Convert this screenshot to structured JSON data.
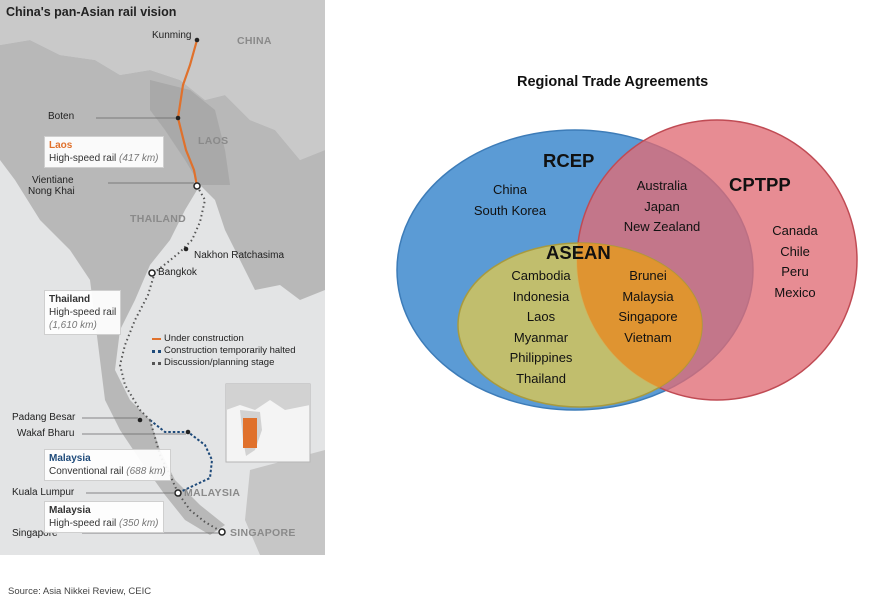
{
  "map": {
    "title": "China's pan-Asian rail vision",
    "places": {
      "kunming": "Kunming",
      "boten": "Boten",
      "vientiane": "Vientiane",
      "nong_khai": "Nong Khai",
      "nakhon": "Nakhon Ratchasima",
      "bangkok": "Bangkok",
      "padang": "Padang Besar",
      "wakaf": "Wakaf Bharu",
      "kuala": "Kuala Lumpur",
      "singapore": "Singapore"
    },
    "countries": {
      "china": "CHINA",
      "laos": "LAOS",
      "thailand": "THAILAND",
      "malaysia": "MALAYSIA",
      "singapore": "SINGAPORE"
    },
    "boxes": {
      "laos": {
        "name": "Laos",
        "desc": "High-speed rail",
        "km": "(417 km)"
      },
      "thailand": {
        "name": "Thailand",
        "desc": "High-speed rail",
        "km": "(1,610 km)"
      },
      "malaysia_conv": {
        "name": "Malaysia",
        "desc": "Conventional rail",
        "km": "(688 km)"
      },
      "malaysia_hs": {
        "name": "Malaysia",
        "desc": "High-speed rail",
        "km": "(350 km)"
      }
    },
    "legend": {
      "under_construction": "Under construction",
      "halted": "Construction temporarily halted",
      "planning": "Discussion/planning stage"
    },
    "colors": {
      "under_construction": "#e0712c",
      "halted": "#1e4a7a",
      "planning": "#555555",
      "laos_label": "#e0712c",
      "malaysia_label": "#1e4a7a"
    }
  },
  "source": "Source: Asia Nikkei Review, CEIC",
  "venn": {
    "title": "Regional Trade Agreements",
    "rcep": {
      "name": "RCEP",
      "members": [
        "China",
        "South Korea"
      ],
      "color": "#5b9bd5"
    },
    "cptpp": {
      "name": "CPTPP",
      "members": [
        "Canada",
        "Chile",
        "Peru",
        "Mexico"
      ],
      "color": "#e06c74"
    },
    "asean": {
      "name": "ASEAN",
      "members": [
        "Cambodia",
        "Indonesia",
        "Laos",
        "Myanmar",
        "Philippines",
        "Thailand"
      ],
      "color": "#d4c45a"
    },
    "rcep_cptpp": [
      "Australia",
      "Japan",
      "New Zealand"
    ],
    "all_three": [
      "Brunei",
      "Malaysia",
      "Singapore",
      "Vietnam"
    ]
  }
}
